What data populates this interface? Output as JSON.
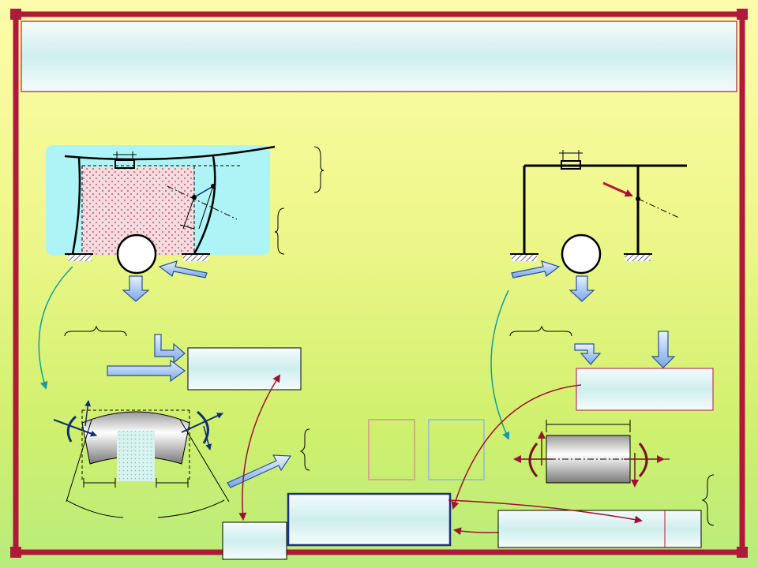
{
  "slide": {
    "title": "",
    "colors": {
      "border": "#b01a3a",
      "background_top": "#fdfcaa",
      "background_bottom": "#b8ec7c",
      "box_fill": "#e2f4f4",
      "arrow_blue": "#a8c8f0",
      "arrow_red": "#a01030",
      "arrow_teal": "#10a0a0"
    }
  },
  "diagram": {
    "left_panel": {
      "texts": []
    },
    "right_panel": {
      "texts": []
    },
    "boxes": [
      {
        "name": "left-result-box",
        "text": ""
      },
      {
        "name": "center-result-box",
        "text": ""
      },
      {
        "name": "bottom-small-box",
        "text": ""
      },
      {
        "name": "right-result-box",
        "text": ""
      },
      {
        "name": "bottom-right-box",
        "text": ""
      }
    ]
  }
}
